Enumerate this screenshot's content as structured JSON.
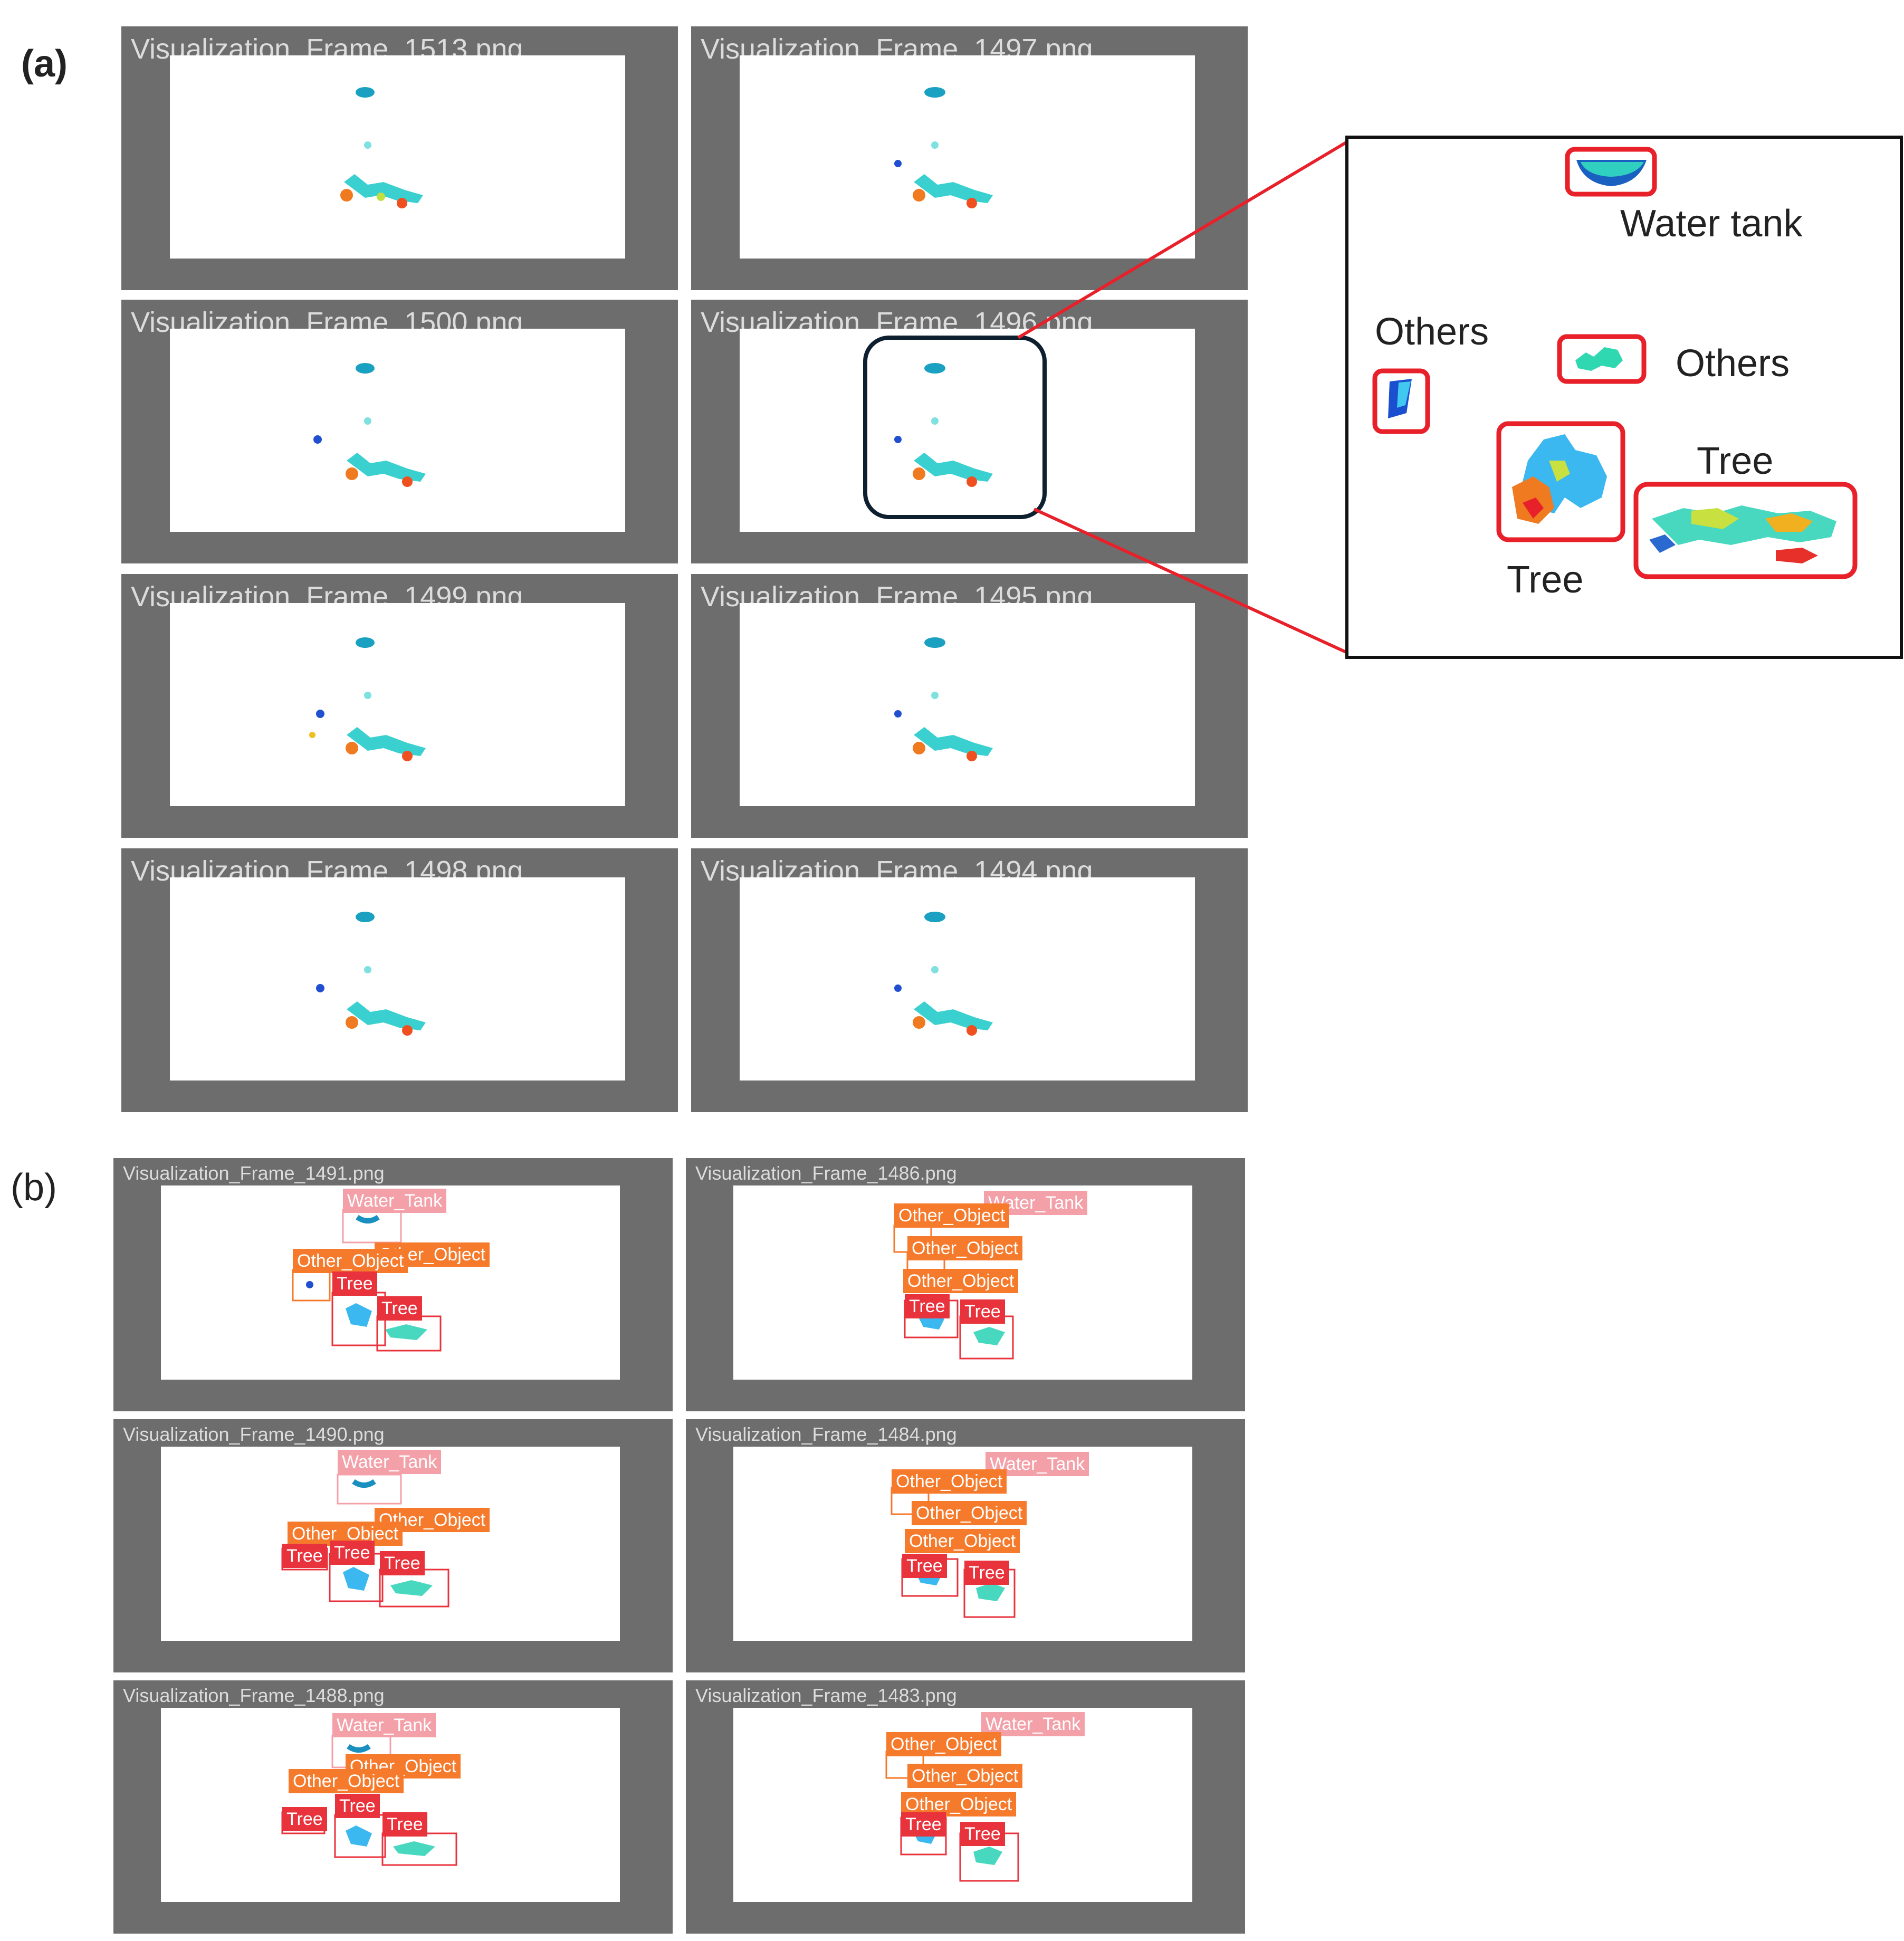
{
  "panel_a": {
    "letter": "(a)",
    "frames": [
      "Visualization_Frame_1513.png",
      "Visualization_Frame_1497.png",
      "Visualization_Frame_1500.png",
      "Visualization_Frame_1496.png",
      "Visualization_Frame_1499.png",
      "Visualization_Frame_1495.png",
      "Visualization_Frame_1498.png",
      "Visualization_Frame_1494.png"
    ],
    "zoom_labels": {
      "water_tank": "Water tank",
      "others_left": "Others",
      "others_right": "Others",
      "tree_right": "Tree",
      "tree_left": "Tree"
    }
  },
  "panel_b": {
    "letter": "(b)",
    "frames": [
      "Visualization_Frame_1491.png",
      "Visualization_Frame_1486.png",
      "Visualization_Frame_1490.png",
      "Visualization_Frame_1484.png",
      "Visualization_Frame_1488.png",
      "Visualization_Frame_1483.png"
    ],
    "labels": {
      "water": "Water_Tank",
      "other": "Other_Object",
      "tree": "Tree"
    }
  },
  "colors": {
    "tile_bg": "#6d6d6d",
    "highlight_red": "#e8202a",
    "water_label": "#f4a0a8",
    "other_label": "#f57a2c",
    "tree_label": "#e8323c"
  }
}
